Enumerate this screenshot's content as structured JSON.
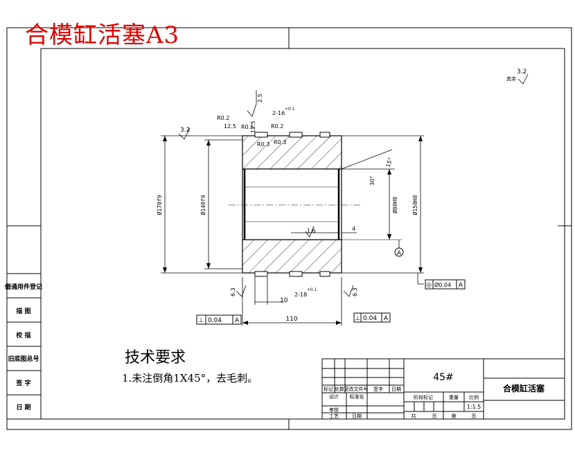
{
  "drawing": {
    "title": "合模缸活塞A3",
    "material": "45#",
    "part_name": "合模缸活塞",
    "scale": "1:1.5",
    "roughness_default": "3.2",
    "roughness_default_prefix": "其余",
    "tech_requirements": {
      "heading": "技术要求",
      "items": [
        "1.未注倒角1X45°，去毛刺。"
      ]
    }
  },
  "dimensions": {
    "outer_dia": "Ø170f9",
    "inner_dia": "Ø140f9",
    "bore_dia": "Ø80H8",
    "bore_dia_right": "Ø150H8",
    "length": "110",
    "groove_width": "10",
    "groove_top": "2-16",
    "groove_top_tol": "+0.1",
    "groove_bottom": "2-18",
    "groove_bottom_tol": "+0.1",
    "angle": "15°",
    "angle2": "30°",
    "r_top": "R0.2",
    "r_top2": "R0.2",
    "r_side": "R0.5",
    "r_inner": "R0.3",
    "r_inner2": "R0.3",
    "rough_2_5": "2.5",
    "rough_12_5": "12.5",
    "rough_12_5_b": "12.5",
    "rough_3_2_left": "3.2",
    "rough_1_6": "1.6",
    "rough_6_3_left": "6.3",
    "rough_6_3_right": "6.3",
    "small_dim": "4",
    "datum_a": "A"
  },
  "tolerances": {
    "perp_left": {
      "symbol": "⊥",
      "value": "0.04",
      "datum": "A"
    },
    "perp_right": {
      "symbol": "⊥",
      "value": "0.04",
      "datum": "A"
    },
    "concentric": {
      "symbol": "◎",
      "value": "Ø0.04",
      "datum": "A"
    }
  },
  "left_block": {
    "rows": [
      "借通用件登记",
      "描 图",
      "校 描",
      "旧底图总号",
      "签 字",
      "日 期"
    ]
  },
  "title_block": {
    "row_labels": [
      "标记",
      "处数",
      "更改文件号",
      "签字",
      "日期"
    ],
    "designer": "设计",
    "standardize": "标准化",
    "review": "审核",
    "process": "工艺",
    "date": "日期",
    "stage_label": "阶段标记",
    "weight_label": "重量",
    "ratio_label": "比例",
    "total_label": "共",
    "sheet_unit": "页",
    "of_label": "第",
    "sheet_unit2": "页"
  }
}
